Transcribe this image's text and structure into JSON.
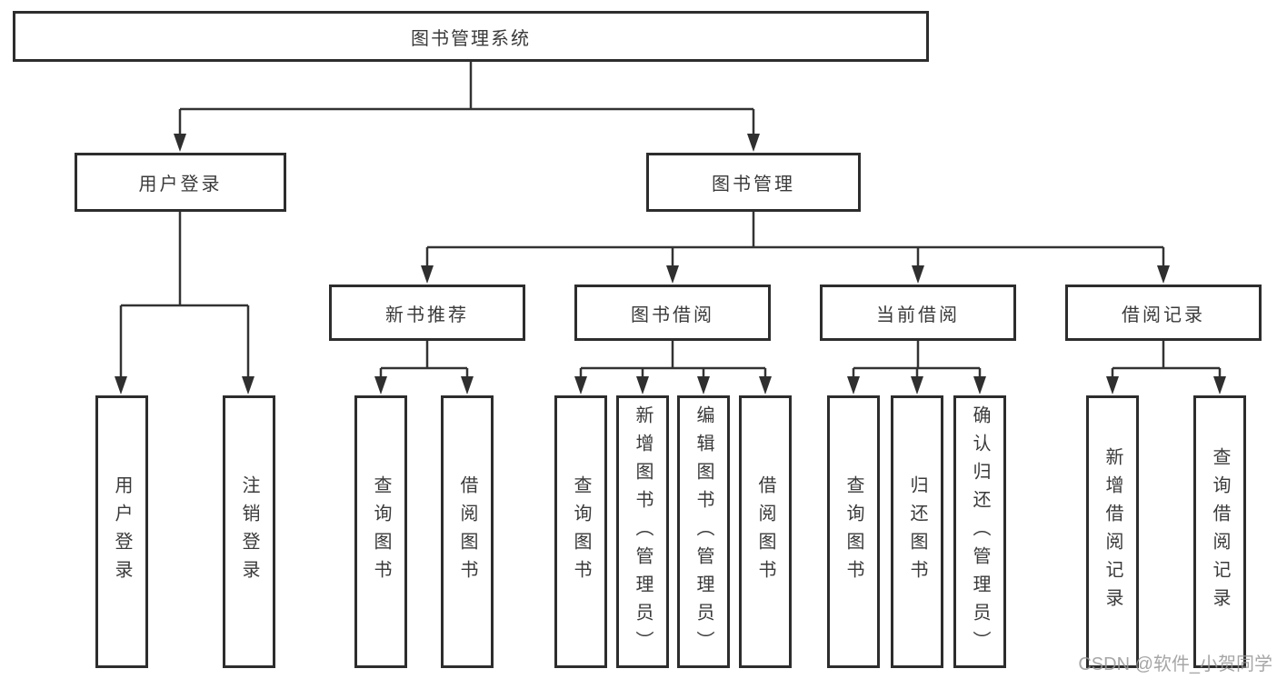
{
  "watermark": "CSDN @软件_小贺同学",
  "colors": {
    "line": "#333333",
    "box_border": "#2d2d2d",
    "text": "#3a3a3a",
    "watermark": "#969696",
    "background": "#ffffff"
  },
  "tree": {
    "root": {
      "label": "图书管理系统"
    },
    "level2": [
      {
        "label": "用户登录",
        "children": [
          {
            "label": "用户登录"
          },
          {
            "label": "注销登录"
          }
        ]
      },
      {
        "label": "图书管理",
        "children": [
          {
            "label": "新书推荐",
            "children": [
              {
                "label": "查询图书"
              },
              {
                "label": "借阅图书"
              }
            ]
          },
          {
            "label": "图书借阅",
            "children": [
              {
                "label": "查询图书"
              },
              {
                "label": "新增图书（管理员）"
              },
              {
                "label": "编辑图书（管理员）"
              },
              {
                "label": "借阅图书"
              }
            ]
          },
          {
            "label": "当前借阅",
            "children": [
              {
                "label": "查询图书"
              },
              {
                "label": "归还图书"
              },
              {
                "label": "确认归还（管理员）"
              }
            ]
          },
          {
            "label": "借阅记录",
            "children": [
              {
                "label": "新增借阅记录"
              },
              {
                "label": "查询借阅记录"
              }
            ]
          }
        ]
      }
    ]
  }
}
